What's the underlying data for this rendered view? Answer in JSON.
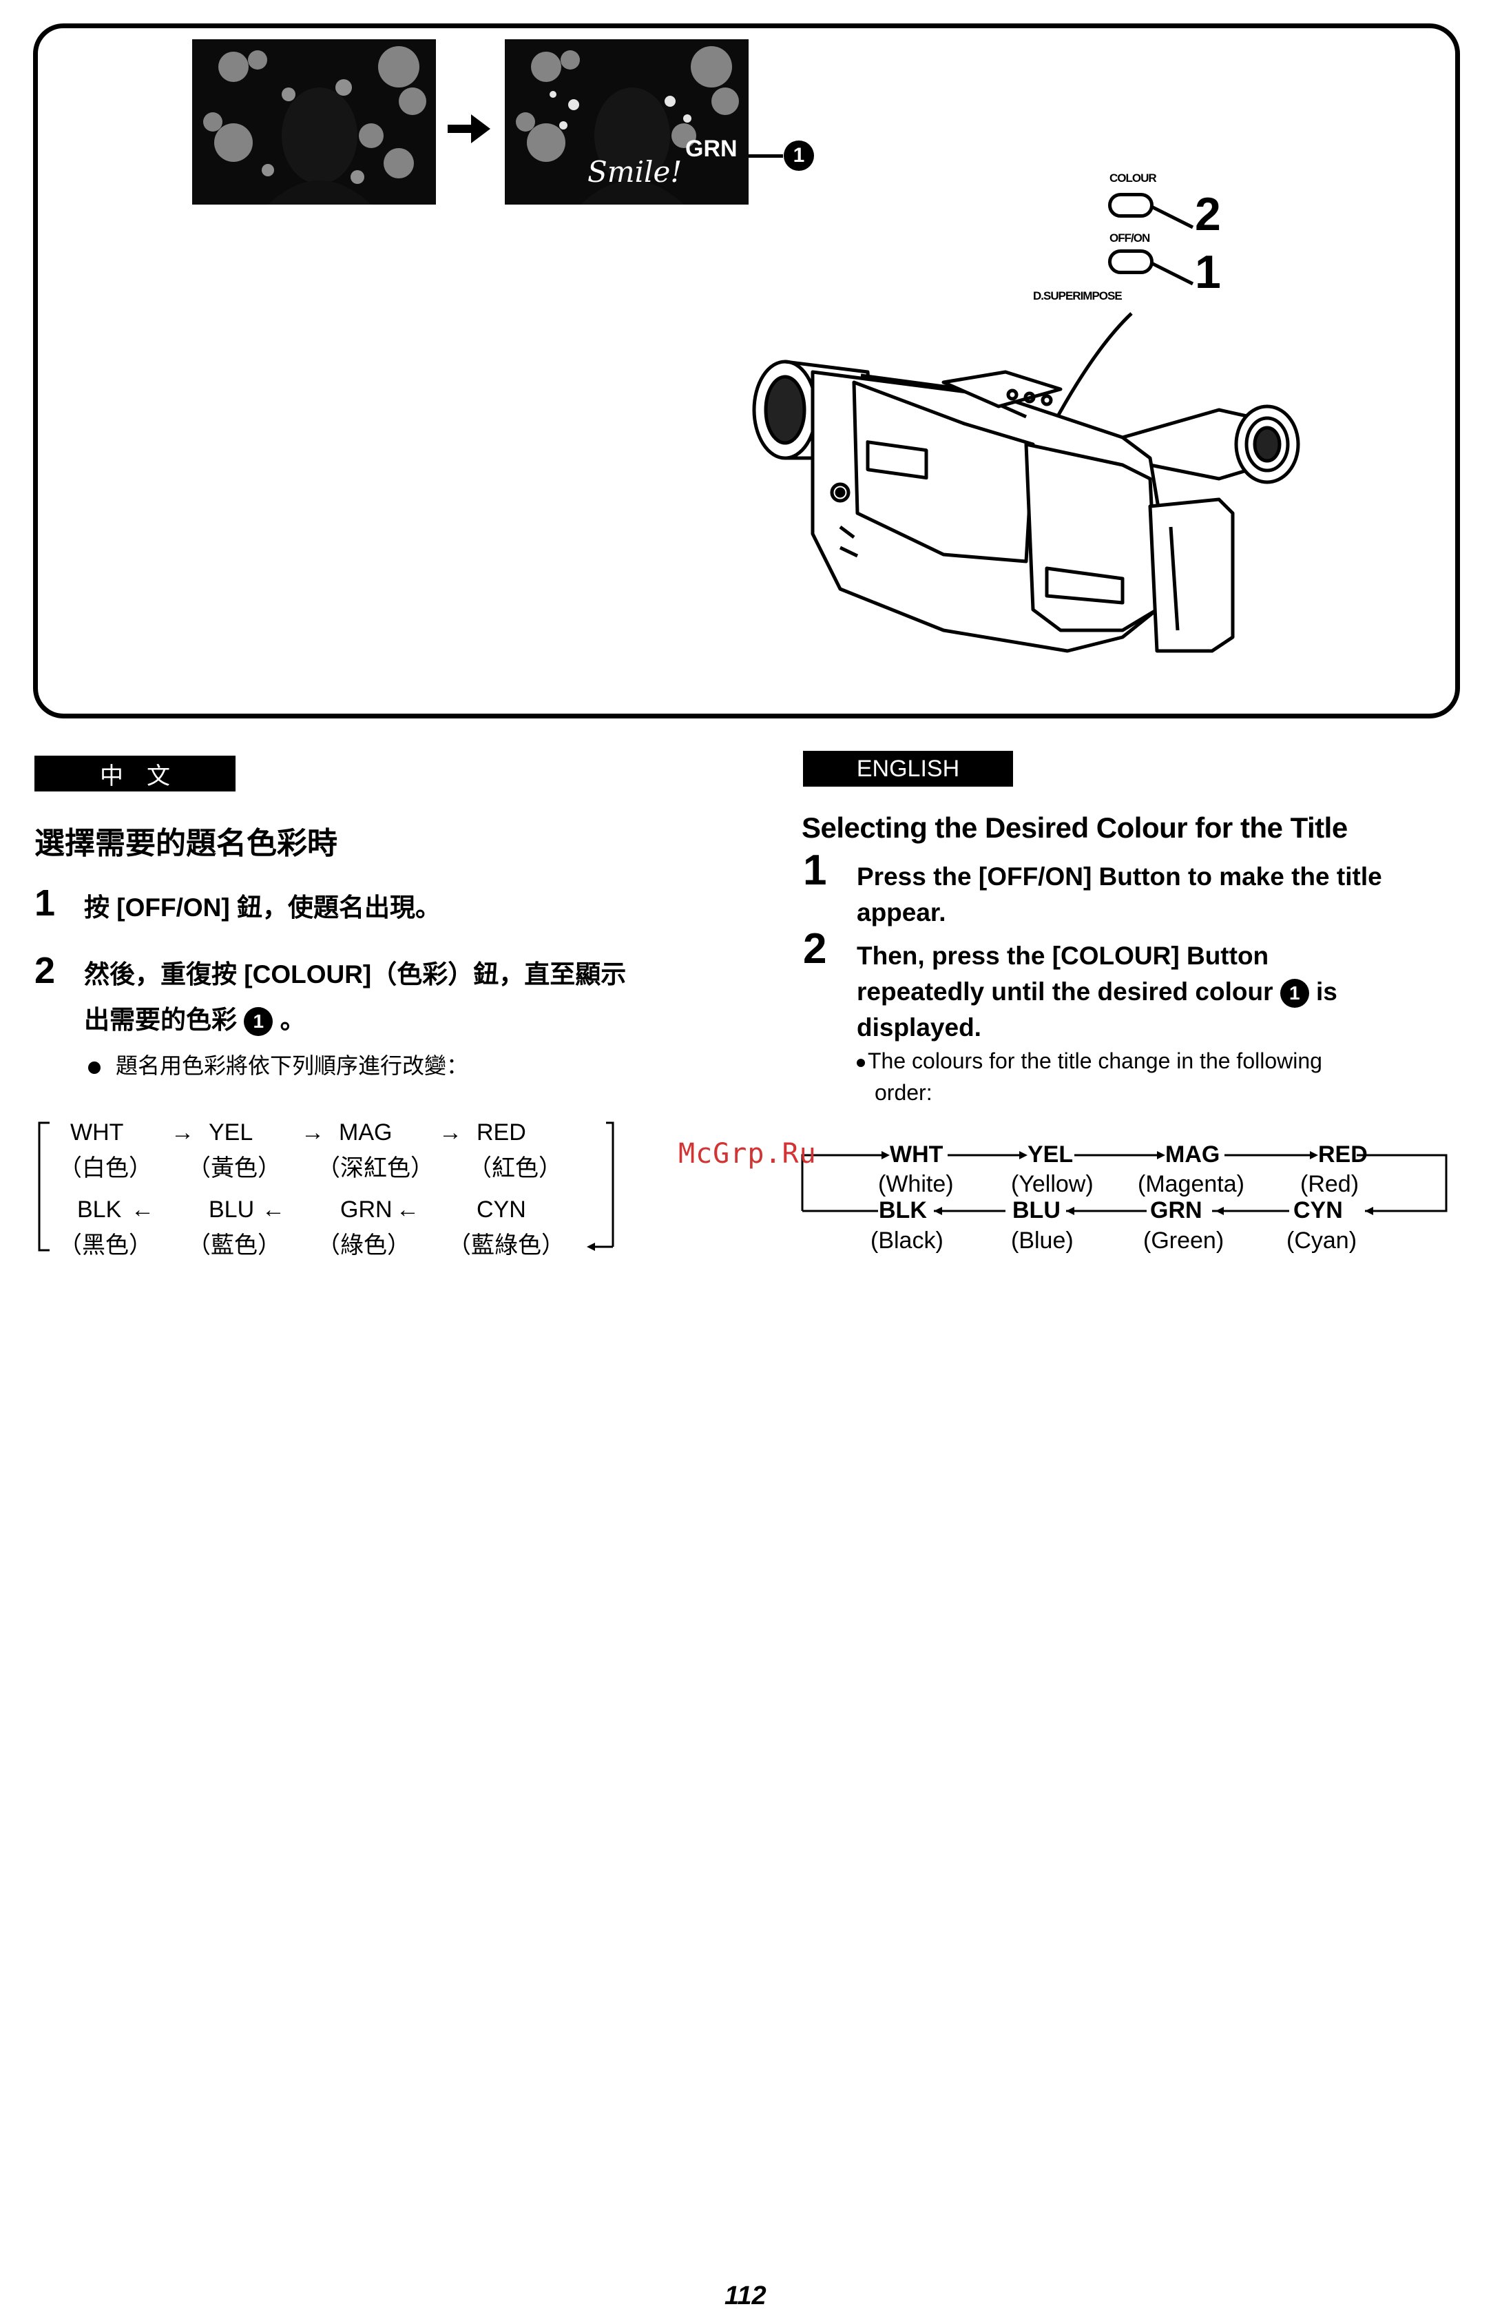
{
  "illustration": {
    "screen_title": "Smile!",
    "screen_colour": "GRN",
    "callout": "1",
    "buttons": {
      "colour_label": "COLOUR",
      "offon_label": "OFF/ON",
      "superimpose_label": "D.SUPERIMPOSE",
      "colour_step": "2",
      "offon_step": "1"
    }
  },
  "chinese": {
    "section_label": "中　文",
    "title": "選擇需要的題名色彩時",
    "steps": [
      {
        "num": "1",
        "text": "按 [OFF/ON] 鈕，使題名出現。"
      },
      {
        "num": "2",
        "line1": "然後，重復按 [COLOUR]（色彩）鈕，直至顯示",
        "line2": "出需要的色彩",
        "line2_end": "。"
      }
    ],
    "note": "題名用色彩將依下列順序進行改變：",
    "sequence": {
      "top": [
        "WHT",
        "YEL",
        "MAG",
        "RED"
      ],
      "top_sub": [
        "（白色）",
        "（黃色）",
        "（深紅色）",
        "（紅色）"
      ],
      "bottom": [
        "BLK",
        "BLU",
        "GRN",
        "CYN"
      ],
      "bottom_sub": [
        "（黑色）",
        "（藍色）",
        "（綠色）",
        "（藍綠色）"
      ],
      "right_arrow": "→",
      "left_arrow": "←"
    }
  },
  "english": {
    "section_label": "ENGLISH",
    "title": "Selecting the Desired Colour for the Title",
    "steps": [
      {
        "num": "1",
        "line1": "Press the [OFF/ON] Button to make the title",
        "line2": "appear."
      },
      {
        "num": "2",
        "line1": "Then, press the [COLOUR] Button",
        "line2a": "repeatedly until the desired colour",
        "line2b": "is",
        "line3": "displayed."
      }
    ],
    "note_line1": "The colours for the title change in the following",
    "note_line2": "order:",
    "sequence": {
      "top": [
        "WHT",
        "YEL",
        "MAG",
        "RED"
      ],
      "top_sub": [
        "(White)",
        "(Yellow)",
        "(Magenta)",
        "(Red)"
      ],
      "bottom": [
        "BLK",
        "BLU",
        "GRN",
        "CYN"
      ],
      "bottom_sub": [
        "(Black)",
        "(Blue)",
        "(Green)",
        "(Cyan)"
      ]
    }
  },
  "watermark": "McGrp.Ru",
  "page_number": "112"
}
